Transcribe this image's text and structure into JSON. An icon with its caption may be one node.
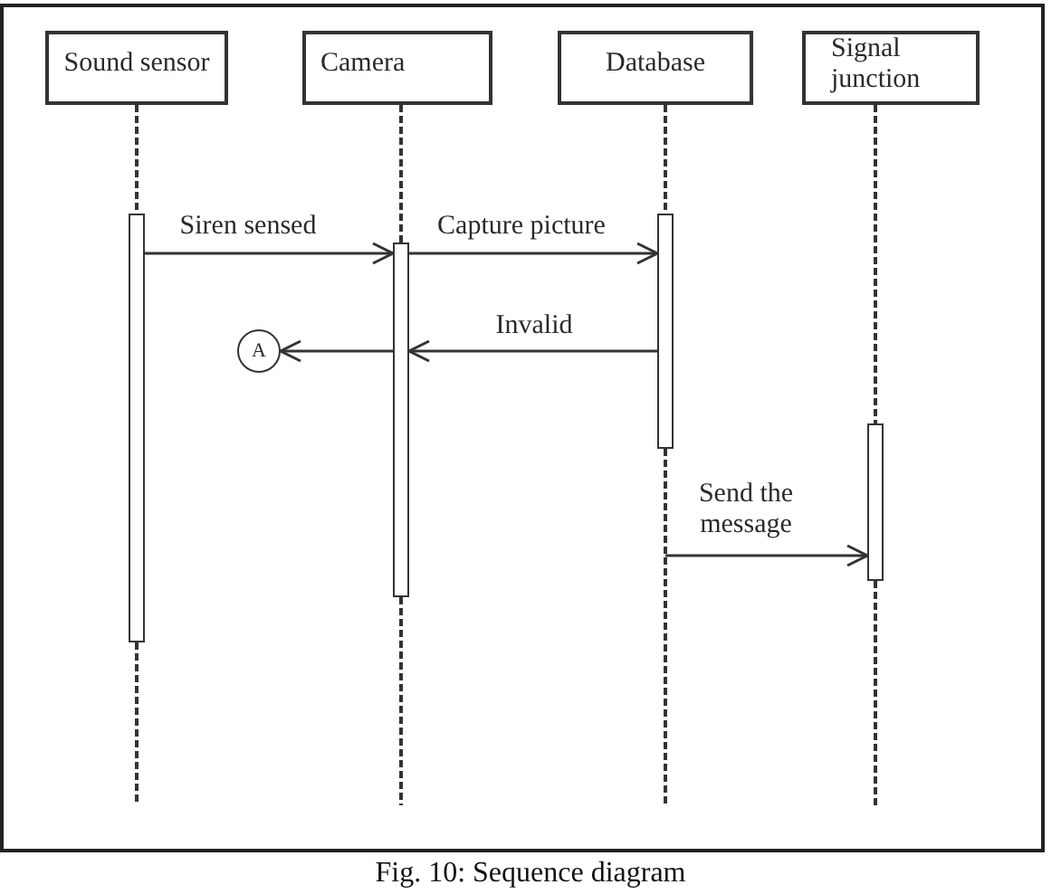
{
  "diagram": {
    "caption": "Fig. 10: Sequence diagram",
    "nodes": [
      {
        "text": [
          "Sound sensor"
        ]
      },
      {
        "text": [
          "Camera"
        ]
      },
      {
        "text": [
          "Database"
        ]
      },
      {
        "text": [
          "Signal junction"
        ]
      },
      {
        "text": [
          "A"
        ]
      },
      {
        "text": [],
        "shape": "bar"
      },
      {
        "text": [],
        "shape": "bar"
      },
      {
        "text": [],
        "shape": "bar"
      },
      {
        "text": [],
        "shape": "bar"
      }
    ],
    "edges": [
      {
        "from": 5,
        "to": 6,
        "arrow": "to",
        "label": "Siren sensed"
      },
      {
        "from": 6,
        "to": 7,
        "arrow": "to",
        "label": "Capture picture"
      },
      {
        "from": 7,
        "to": 6,
        "arrow": "to",
        "label": "Invalid"
      },
      {
        "from": 6,
        "to": 4,
        "arrow": "to"
      },
      {
        "from": null,
        "to": 8,
        "arrow": "to",
        "label": "Send the message"
      },
      {
        "from": 0,
        "to": 5,
        "arrow": "none",
        "style": "dashed"
      },
      {
        "from": 5,
        "to": null,
        "arrow": "none",
        "style": "dashed"
      },
      {
        "from": 1,
        "to": 6,
        "arrow": "none",
        "style": "dashed"
      },
      {
        "from": 6,
        "to": null,
        "arrow": "none",
        "style": "dashed"
      },
      {
        "from": 2,
        "to": 7,
        "arrow": "none",
        "style": "dashed"
      },
      {
        "from": 7,
        "to": null,
        "arrow": "none",
        "style": "dashed"
      },
      {
        "from": 3,
        "to": 8,
        "arrow": "none",
        "style": "dashed"
      },
      {
        "from": 8,
        "to": null,
        "arrow": "none",
        "style": "dashed"
      }
    ]
  }
}
